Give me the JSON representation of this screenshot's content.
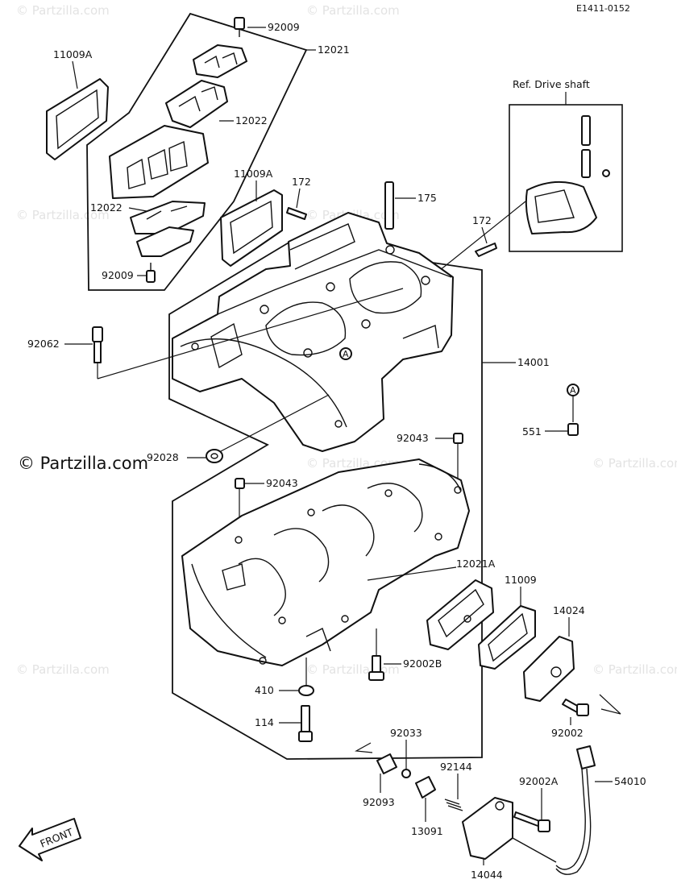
{
  "diagram_code": "E1411-0152",
  "watermarks": {
    "brand": "© Partzilla.com",
    "small": "© Partzilla.com"
  },
  "ref_drive_shaft": "Ref. Drive shaft",
  "front_label": "FRONT",
  "callout_a": "A",
  "labels": {
    "p92009_top": "92009",
    "p12021": "12021",
    "p11009A_left": "11009A",
    "p12022_mid": "12022",
    "p11009A_mid": "11009A",
    "p172_left": "172",
    "p175": "175",
    "p172_right": "172",
    "p12022_low": "12022",
    "p92009_low": "92009",
    "p92062": "92062",
    "p14001": "14001",
    "p551": "551",
    "p92043_right": "92043",
    "p92028": "92028",
    "p92043_left": "92043",
    "p12021A": "12021A",
    "p11009": "11009",
    "p14024": "14024",
    "p92002B": "92002B",
    "p410": "410",
    "p114": "114",
    "p92002": "92002",
    "p92033": "92033",
    "p92144": "92144",
    "p92002A": "92002A",
    "p54010": "54010",
    "p92093": "92093",
    "p13091": "13091",
    "p14044": "14044"
  }
}
